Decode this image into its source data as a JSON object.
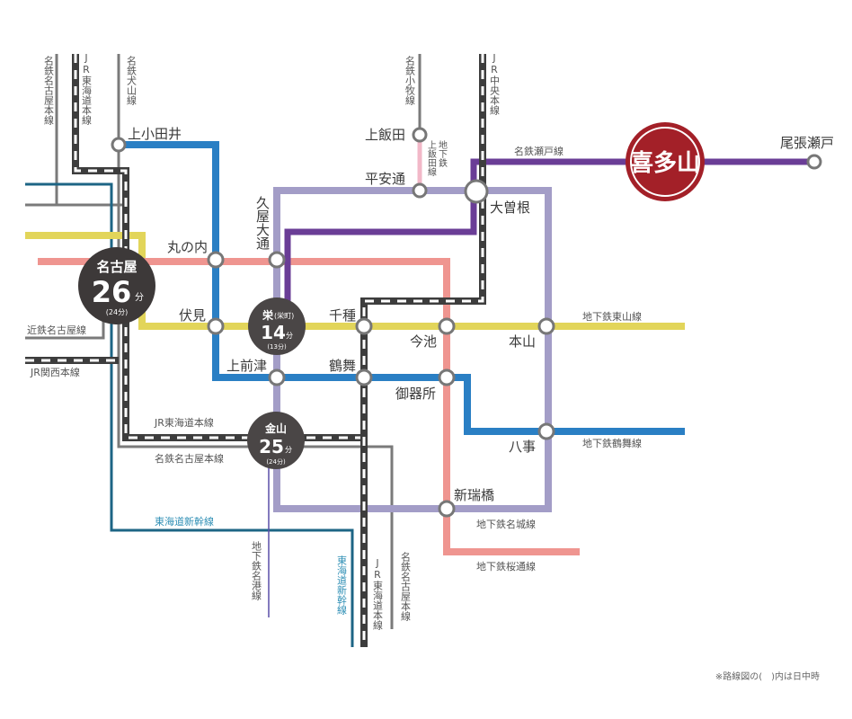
{
  "lines": {
    "meitetsu_nagoya_top": "名鉄名古屋本線",
    "jr_tokaido_top": "JR東海道本線",
    "meitetsu_inuyama": "名鉄犬山線",
    "meitetsu_komaki": "名鉄小牧線",
    "kamiiida_line": "上飯田線",
    "kamiiida_line_prefix": "地下鉄",
    "jr_chuo": "JR中央本線",
    "meitetsu_seto": "名鉄瀬戸線",
    "kintetsu": "近鉄名古屋線",
    "jr_kansai": "JR関西本線",
    "higashiyama": "地下鉄東山線",
    "tsurumai": "地下鉄鶴舞線",
    "jr_tokaido_mid": "JR東海道本線",
    "meitetsu_nagoya_mid": "名鉄名古屋本線",
    "shinkansen_h": "東海道新幹線",
    "meiko": "地下鉄名港線",
    "shinkansen_v": "東海道新幹線",
    "jr_tokaido_bottom": "JR東海道本線",
    "meitetsu_nagoya_bottom": "名鉄名古屋本線",
    "meijo": "地下鉄名城線",
    "sakuradori": "地下鉄桜通線"
  },
  "stations": {
    "kamiotai": "上小田井",
    "kamiiida": "上飯田",
    "heiandori": "平安通",
    "ozone": "大曽根",
    "owariseto": "尾張瀬戸",
    "kitayama": "喜多山",
    "hisayaodori": "久屋大通",
    "marunouchi": "丸の内",
    "fushimi": "伏見",
    "chikusa": "千種",
    "imaike": "今池",
    "motoyama": "本山",
    "kamimaezu": "上前津",
    "tsurumai": "鶴舞",
    "gokiso": "御器所",
    "yagoto": "八事",
    "aratamabashi": "新瑞橋"
  },
  "hubs": {
    "nagoya": {
      "name": "名古屋",
      "minutes": "26",
      "unit": "分",
      "daytime": "(24分)"
    },
    "sakae": {
      "name": "栄",
      "alt": "(栄町)",
      "minutes": "14",
      "unit": "分",
      "daytime": "(13分)"
    },
    "kanayama": {
      "name": "金山",
      "minutes": "25",
      "unit": "分",
      "daytime": "(24分)"
    }
  },
  "footnote": "※路線図の(　)内は日中時",
  "colors": {
    "higashiyama": "#e2d55a",
    "sakuradori": "#ef9590",
    "tsurumai": "#2a7fc4",
    "meijo": "#a39dc7",
    "seto": "#6a3d96",
    "kamiiida": "#f2b8c8",
    "shinkansen": "#1d6585",
    "meiko": "#5a4fa8",
    "gray": "#7a7a7a",
    "jr": "#3d3d3d",
    "kitayama": "#a32028",
    "hub": "#4a4646"
  }
}
